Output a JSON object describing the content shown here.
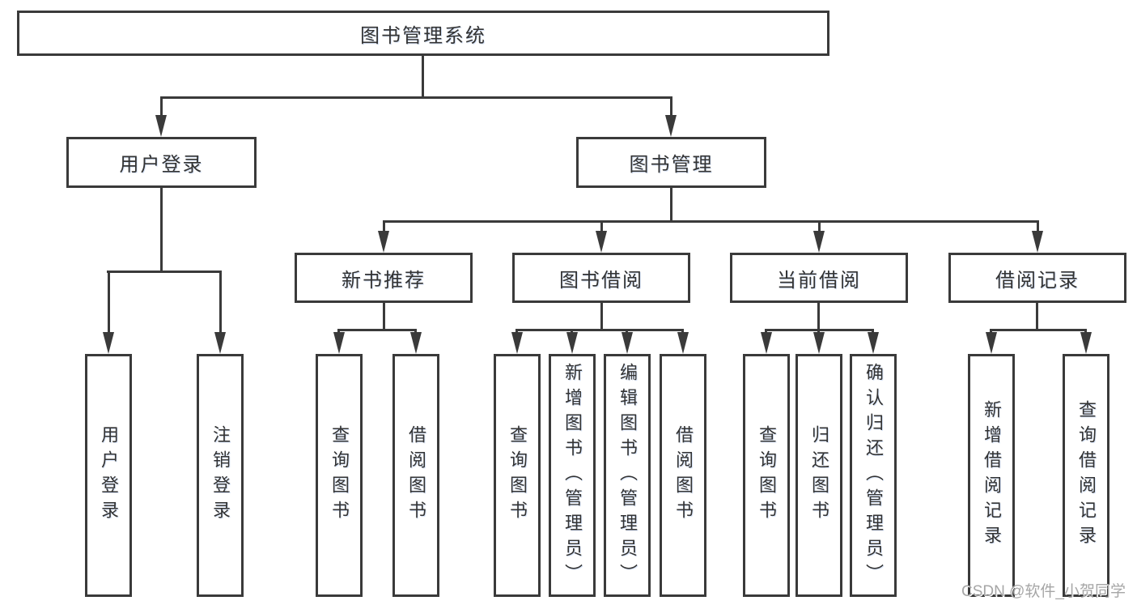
{
  "nodes": {
    "root": "图书管理系统",
    "user_login": "用户登录",
    "book_mgmt": "图书管理",
    "new_book_rec": "新书推荐",
    "book_borrow": "图书借阅",
    "current_borrow": "当前借阅",
    "borrow_records": "借阅记录",
    "leaf_user_login": "用户登录",
    "leaf_logout": "注销登录",
    "leaf_nbr_query": "查询图书",
    "leaf_nbr_borrow": "借阅图书",
    "leaf_bb_query": "查询图书",
    "leaf_bb_add": "新增图书（管理员）",
    "leaf_bb_edit": "编辑图书（管理员）",
    "leaf_bb_borrow": "借阅图书",
    "leaf_cb_query": "查询图书",
    "leaf_cb_return": "归还图书",
    "leaf_cb_confirm": "确认归还（管理员）",
    "leaf_br_add": "新增借阅记录",
    "leaf_br_query": "查询借阅记录"
  },
  "watermark": "CSDN @软件_小贺同学",
  "colors": {
    "line": "#3a3a3a",
    "text": "#333333",
    "watermark": "#a6a6a6",
    "background": "#ffffff"
  }
}
